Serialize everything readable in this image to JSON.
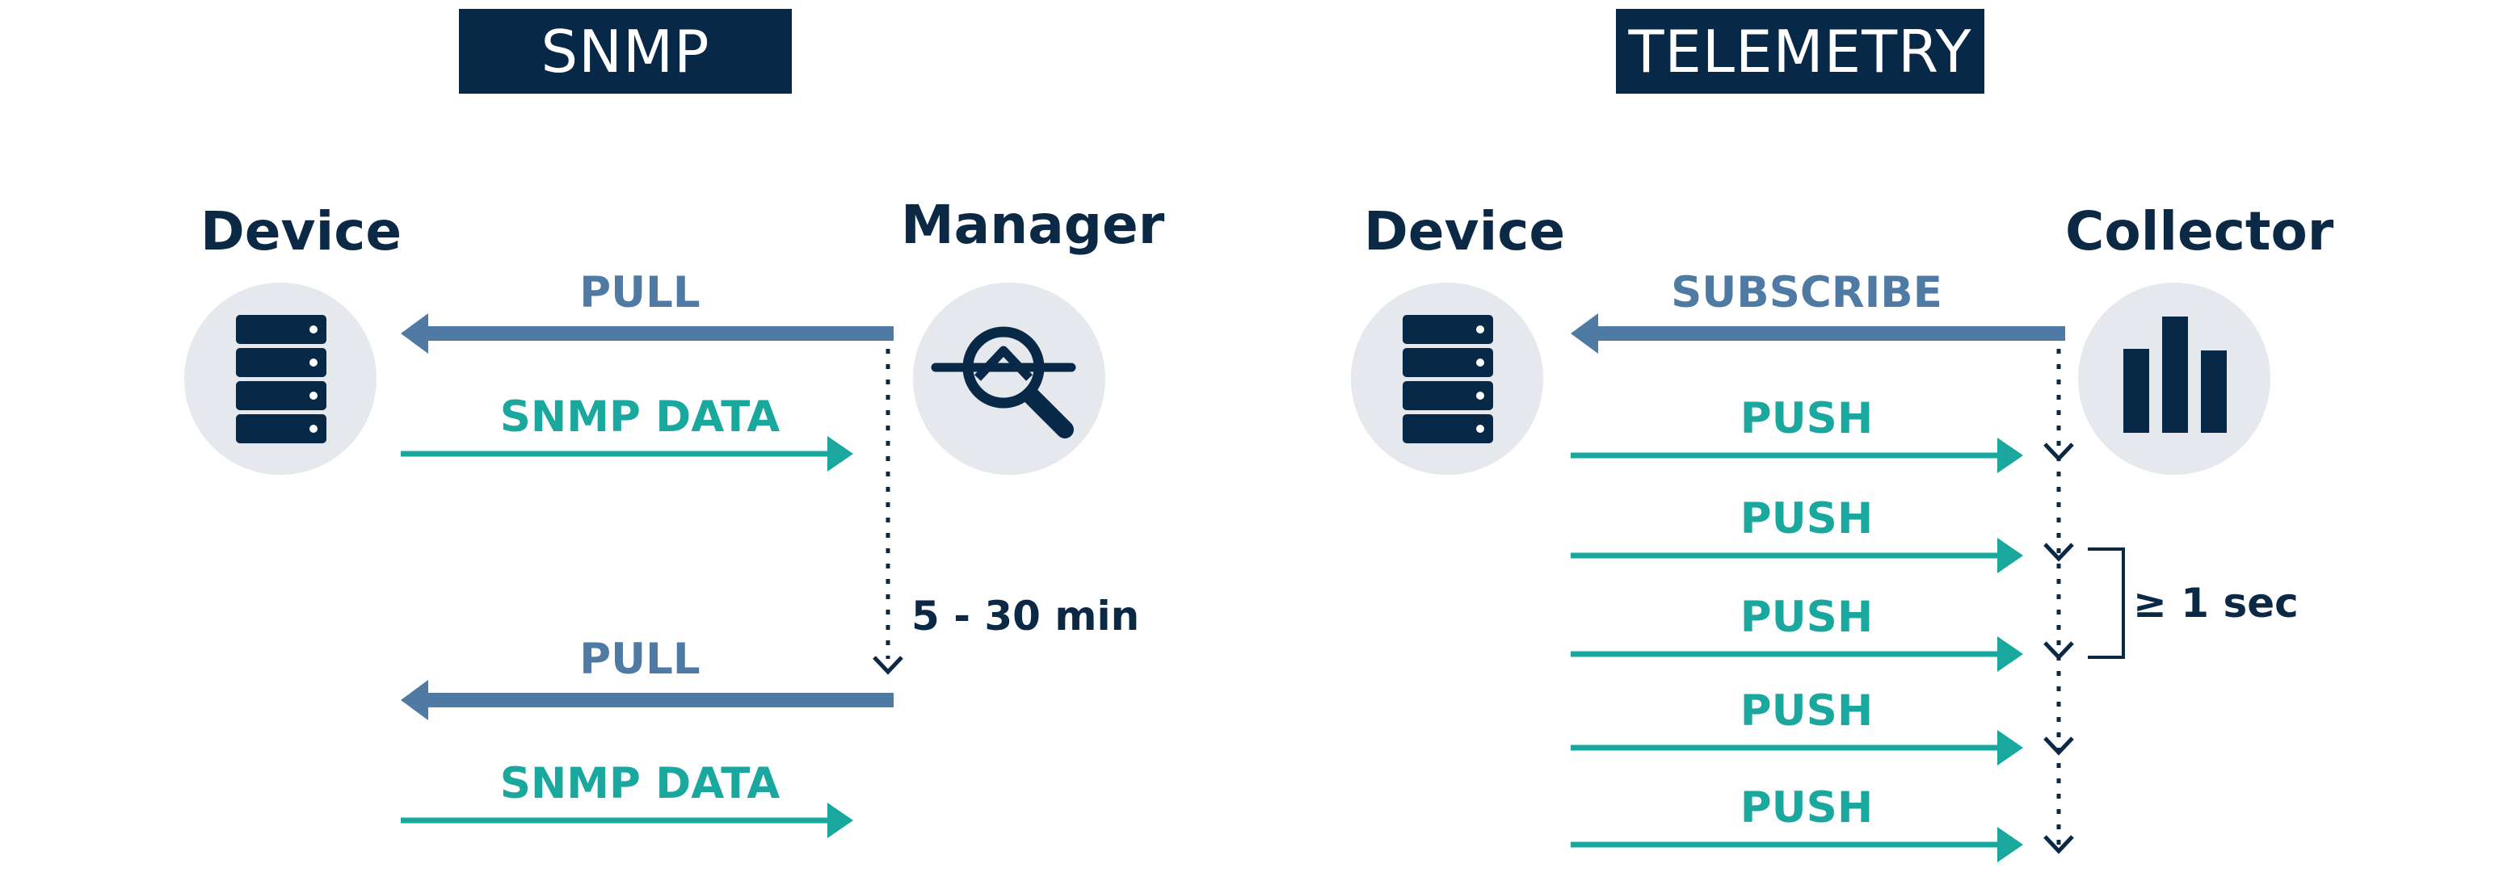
{
  "snmp": {
    "title": "SNMP",
    "device_label": "Device",
    "manager_label": "Manager",
    "pull_label_1": "PULL",
    "data_label_1": "SNMP DATA",
    "interval_label": "5 - 30 min",
    "pull_label_2": "PULL",
    "data_label_2": "SNMP DATA"
  },
  "telemetry": {
    "title": "TELEMETRY",
    "device_label": "Device",
    "collector_label": "Collector",
    "subscribe_label": "SUBSCRIBE",
    "push_labels": [
      "PUSH",
      "PUSH",
      "PUSH",
      "PUSH",
      "PUSH"
    ],
    "interval_label": "≥ 1 sec"
  },
  "colors": {
    "navy": "#082847",
    "pull_blue": "#4f7aa3",
    "push_teal": "#1aa89e",
    "circle_gray": "#e5e8ec"
  },
  "icons": {
    "device": "server-icon",
    "manager": "magnifier-icon",
    "collector": "bar-chart-icon"
  }
}
